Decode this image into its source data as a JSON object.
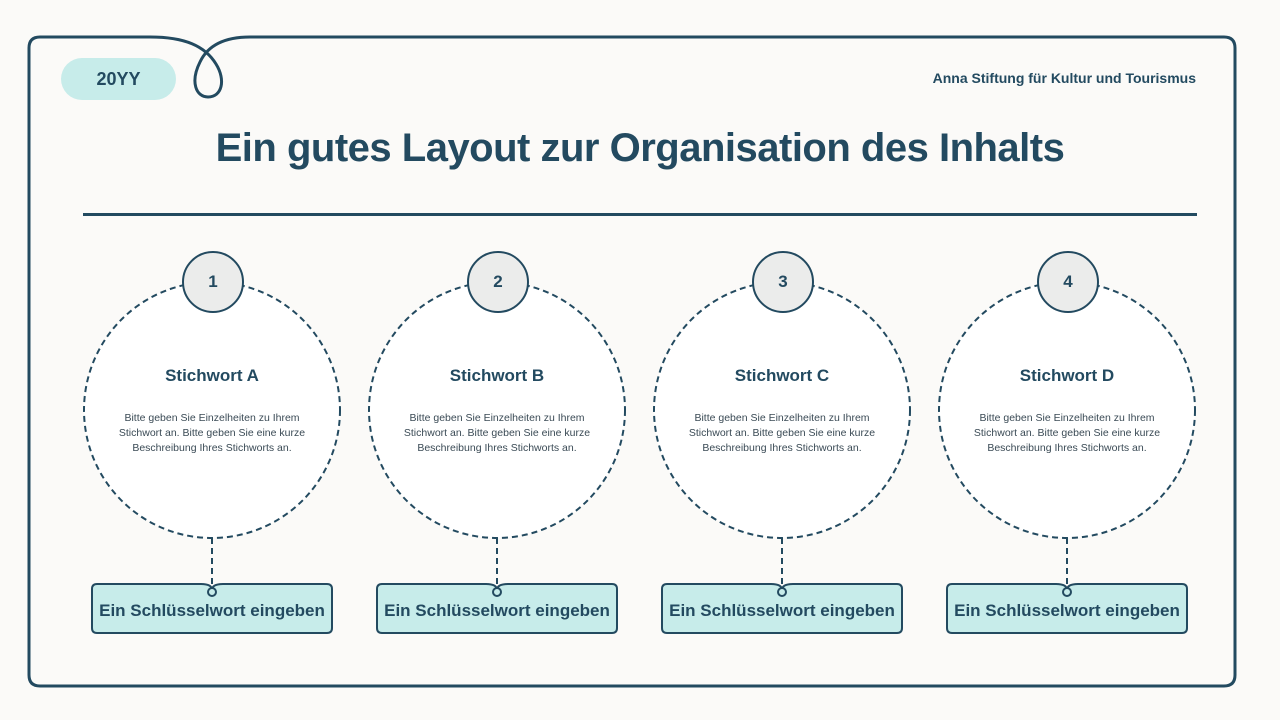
{
  "header": {
    "year": "20YY",
    "organization": "Anna Stiftung für Kultur und Tourismus"
  },
  "title": "Ein gutes Layout zur Organisation des Inhalts",
  "colors": {
    "primary": "#234a60",
    "accent_fill": "#c7ecea",
    "badge_fill": "#ebeceb",
    "background": "#fbfaf8"
  },
  "items": [
    {
      "number": "1",
      "keyword": "Stichwort A",
      "description": "Bitte geben Sie Einzelheiten zu Ihrem Stichwort an. Bitte geben Sie eine kurze Beschreibung Ihres Stichworts an.",
      "key_label": "Ein Schlüsselwort eingeben"
    },
    {
      "number": "2",
      "keyword": "Stichwort B",
      "description": "Bitte geben Sie Einzelheiten zu Ihrem Stichwort an. Bitte geben Sie eine kurze Beschreibung Ihres Stichworts an.",
      "key_label": "Ein Schlüsselwort eingeben"
    },
    {
      "number": "3",
      "keyword": "Stichwort C",
      "description": "Bitte geben Sie Einzelheiten zu Ihrem Stichwort an. Bitte geben Sie eine kurze Beschreibung Ihres Stichworts an.",
      "key_label": "Ein Schlüsselwort eingeben"
    },
    {
      "number": "4",
      "keyword": "Stichwort D",
      "description": "Bitte geben Sie Einzelheiten zu Ihrem Stichwort an. Bitte geben Sie eine kurze Beschreibung Ihres Stichworts an.",
      "key_label": "Ein Schlüsselwort eingeben"
    }
  ]
}
